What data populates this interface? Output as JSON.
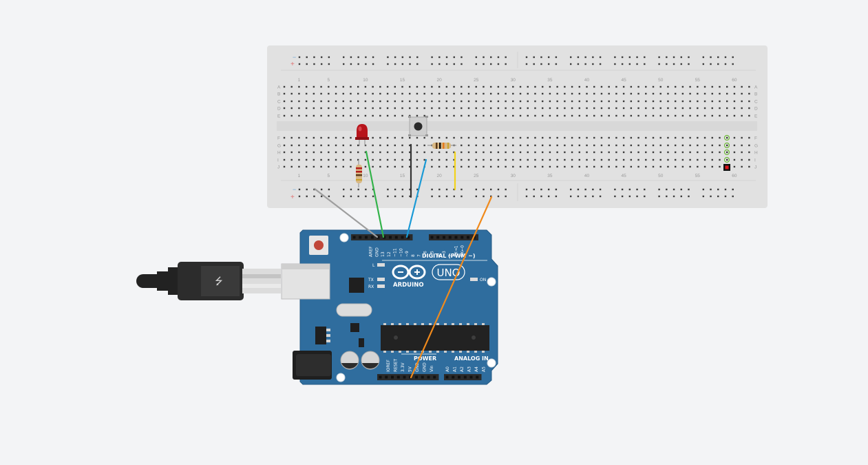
{
  "breadboard": {
    "column_labels": [
      "1",
      "5",
      "10",
      "15",
      "20",
      "25",
      "30",
      "35",
      "40",
      "45",
      "50",
      "55",
      "60"
    ],
    "rows_top": [
      "A",
      "B",
      "C",
      "D",
      "E"
    ],
    "rows_bottom": [
      "F",
      "G",
      "H",
      "I",
      "J"
    ],
    "rail_minus": "−",
    "rail_plus": "+"
  },
  "arduino": {
    "brand": "ARDUINO",
    "model": "UNO",
    "digital_header": "DIGITAL (PWM ~)",
    "power_header": "POWER",
    "analog_header": "ANALOG IN",
    "on_label": "ON",
    "l_label": "L",
    "tx_label": "TX",
    "rx_label": "RX",
    "digital_pins": [
      "AREF",
      "GND",
      "13",
      "12",
      "~11",
      "~10",
      "~9",
      "8",
      "7",
      "~6",
      "~5",
      "4",
      "~3",
      "2",
      "TX→1",
      "RX←0"
    ],
    "power_pins": [
      "IOREF",
      "RESET",
      "3.3V",
      "5V",
      "GND",
      "GND",
      "Vin"
    ],
    "analog_pins": [
      "A0",
      "A1",
      "A2",
      "A3",
      "A4",
      "A5"
    ]
  },
  "colors": {
    "background": "#f3f4f6",
    "breadboard": "#e1e1e1",
    "pcb": "#2f6d9e",
    "wire_gray": "#9e9e9e",
    "wire_green": "#33b34a",
    "wire_blue": "#1a9ad6",
    "wire_black": "#333333",
    "wire_yellow": "#f2d21b",
    "wire_orange": "#f08a1c"
  }
}
